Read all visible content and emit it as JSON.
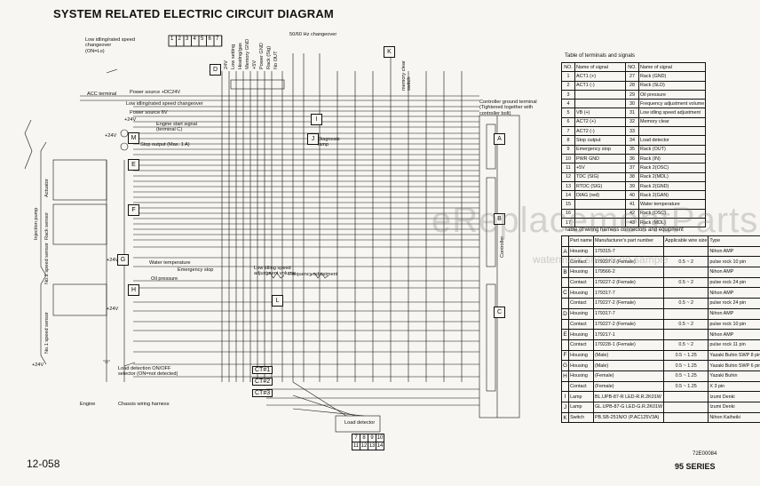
{
  "title": "SYSTEM RELATED ELECTRIC CIRCUIT DIAGRAM",
  "page_number": "12-058",
  "series": "95 SERIES",
  "doc_code": "72E00084",
  "watermark": {
    "main": "eReplacementParts.com",
    "sub": "watermark shown on sample"
  },
  "left_labels": {
    "low_idling": "Low idling/rated speed\nchangeover\n(ON=Lo)",
    "acc_terminal": "ACC terminal",
    "power_source_24": "Power source +DC24V",
    "low_idling_signal": "Low idling/rated speed changeover",
    "power_source_6v": "Power source 6V",
    "engine_start": "Engine start signal\n(terminal C)",
    "stop_output": "Stop output (Max. 1 A)",
    "water_temp": "Water temperature",
    "emergency_stop": "Emergency stop",
    "oil_pressure": "Oil pressure",
    "load_detection": "Load detection ON/OFF\nselector (ON=not detected)",
    "engine": "Engine",
    "chassis_harness": "Chassis wiring harness",
    "low_idling_volume": "Low idling speed\nadjustment volume",
    "frequency_adjustment": "Frequency adjustment",
    "load_detector": "Load detector",
    "diagnosis_lamp": "Diagnosis\nlamp",
    "controller_ground": "Controller ground terminal\n(Tightened together with\ncontroller bolt)",
    "controller": "Controller",
    "memory_clear": "memory clear\nswitch",
    "freq_changeover": "50/60 Hz changeover",
    "v24": "+24V",
    "actuator": "Actuator",
    "rack_sensor": "Rack sensor",
    "injection_pump": "Injection pump",
    "no2_speed": "No.2 speed sensor",
    "no1_speed": "No.1 speed sensor"
  },
  "top_vertical_labels": [
    "24V",
    "Low setting",
    "Heating/gas",
    "Memory GND",
    "+5V",
    "Power GND",
    "Rack (Sig)",
    "No OUT"
  ],
  "box_letters": [
    "D",
    "E",
    "F",
    "G",
    "H",
    "I",
    "J",
    "K",
    "L",
    "M",
    "A",
    "B",
    "C"
  ],
  "ct_labels": [
    "CT#1",
    "CT#2",
    "CT#3"
  ],
  "top_strip": [
    "1",
    "2",
    "3",
    "4",
    "5",
    "6",
    "7"
  ],
  "bottom_strip": [
    "7",
    "8",
    "9",
    "10",
    "11",
    "12",
    "13",
    "14"
  ],
  "signal_table": {
    "caption": "Table of terminals and signals",
    "headers": [
      "NO.",
      "Name of signal",
      "NO.",
      "Name of signal"
    ],
    "rows": [
      [
        "1",
        "ACT1 (+)",
        "27",
        "Rack (GND)"
      ],
      [
        "2",
        "ACT1 (-)",
        "28",
        "Rack (SLD)"
      ],
      [
        "3",
        "",
        "29",
        "Oil pressure"
      ],
      [
        "4",
        "",
        "30",
        "Frequency adjustment volume"
      ],
      [
        "5",
        "VB (+)",
        "31",
        "Low idling speed adjustment"
      ],
      [
        "6",
        "ACT2 (+)",
        "32",
        "Memory clear"
      ],
      [
        "7",
        "ACT2 (-)",
        "33",
        ""
      ],
      [
        "8",
        "Stop output",
        "34",
        "Load detector"
      ],
      [
        "9",
        "Emergency stop",
        "35",
        "Rack (OUT)"
      ],
      [
        "10",
        "PWR GND",
        "36",
        "Rack (IN)"
      ],
      [
        "11",
        "+5V",
        "37",
        "Rack 2(OSC)"
      ],
      [
        "12",
        "TDC (SIG)",
        "38",
        "Rack 2(MDL)"
      ],
      [
        "13",
        "RTDC (SIG)",
        "39",
        "Rack 2(GND)"
      ],
      [
        "14",
        "DIAG (red)",
        "40",
        "Rack 2(GAN)"
      ],
      [
        "15",
        "",
        "41",
        "Water temperature"
      ],
      [
        "16",
        "",
        "42",
        "Rack (OSC)"
      ],
      [
        "17",
        "",
        "43",
        "Rack (MDL)"
      ]
    ]
  },
  "connector_table": {
    "caption": "Table of wiring harness connectors and equipment",
    "headers": [
      "",
      "Part name",
      "Manufacturer's part number",
      "Applicable wire size",
      "Type"
    ],
    "rows": [
      [
        "A",
        "Housing",
        "179315-7",
        "",
        "Nihon AMP"
      ],
      [
        "",
        "Contact",
        "179227-2 (Female)",
        "0.5 ~ 2",
        "pulse rock 10 pin"
      ],
      [
        "B",
        "Housing",
        "179566-2",
        "",
        "Nihon AMP"
      ],
      [
        "",
        "Contact",
        "179227-2 (Female)",
        "0.5 ~ 2",
        "pulse rock 24 pin"
      ],
      [
        "C",
        "Housing",
        "179317-7",
        "",
        "Nihon AMP"
      ],
      [
        "",
        "Contact",
        "179227-2 (Female)",
        "0.5 ~ 2",
        "pulse rock 24 pin"
      ],
      [
        "D",
        "Housing",
        "179317-7",
        "",
        "Nihon AMP"
      ],
      [
        "",
        "Contact",
        "179227-2 (Female)",
        "0.5 ~ 2",
        "pulse rock 10 pin"
      ],
      [
        "E",
        "Housing",
        "179217-1",
        "",
        "Nihon AMP"
      ],
      [
        "",
        "Contact",
        "179228-1 (Female)",
        "0.5 ~ 2",
        "pulse rock 11 pin"
      ],
      [
        "F",
        "Housing",
        "(Male)",
        "0.5 ~ 1.25",
        "Yazaki Buhin SWP 8 pin"
      ],
      [
        "G",
        "Housing",
        "(Male)",
        "0.5 ~ 1.25",
        "Yazaki Buhin SWP 6 pin"
      ],
      [
        "H",
        "Housing",
        "(Female)",
        "0.5 ~ 1.25",
        "Yazaki Buhin"
      ],
      [
        "",
        "Contact",
        "(Female)",
        "0.5 ~ 1.25",
        "X 3 pin"
      ],
      [
        "I",
        "Lamp",
        "BL.UPB-87-R LED-R.R.2K01W",
        "",
        "Izumi Denki"
      ],
      [
        "J",
        "Lamp",
        "GL.UPB-87-G LED-G.R.2K01W",
        "",
        "Izumi Denki"
      ],
      [
        "K",
        "Switch",
        "PB.SB-251N/O (P.AC125V3A)",
        "",
        "Nihon Kaiheiki"
      ]
    ]
  }
}
